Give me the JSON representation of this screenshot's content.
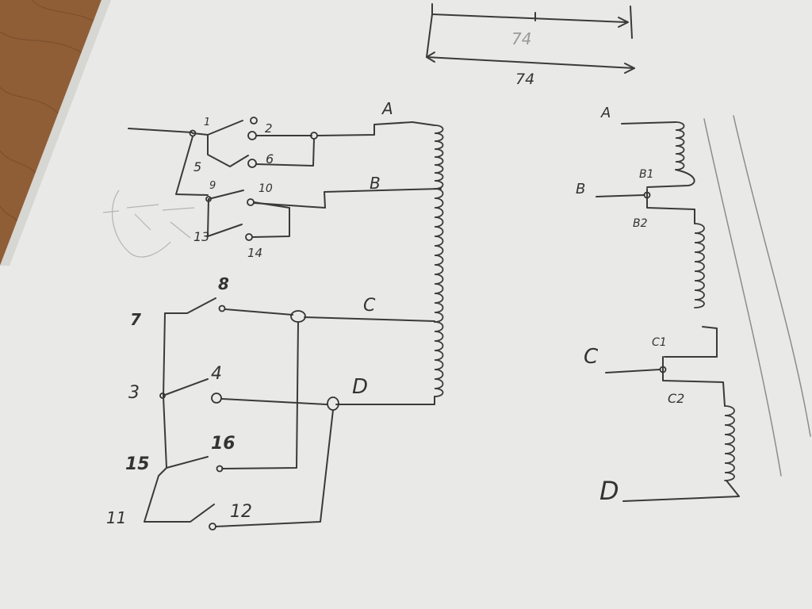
{
  "dimension_note": {
    "upper_value": "74",
    "lower_value": "74"
  },
  "left_schematic": {
    "switch_labels": {
      "s1": "1",
      "s2": "2",
      "s5": "5",
      "s6": "6",
      "s9": "9",
      "s10": "10",
      "s13": "13",
      "s14": "14",
      "s7": "7",
      "s8": "8",
      "s3": "3",
      "s4": "4",
      "s15": "15",
      "s16": "16",
      "s11": "11",
      "s12": "12"
    },
    "tap_labels": {
      "a": "A",
      "b": "B",
      "c": "C",
      "d": "D"
    }
  },
  "right_winding": {
    "labels": {
      "a": "A",
      "b": "B",
      "b1": "B1",
      "b2": "B2",
      "c": "C",
      "c1": "C1",
      "c2": "C2",
      "d": "D"
    }
  }
}
